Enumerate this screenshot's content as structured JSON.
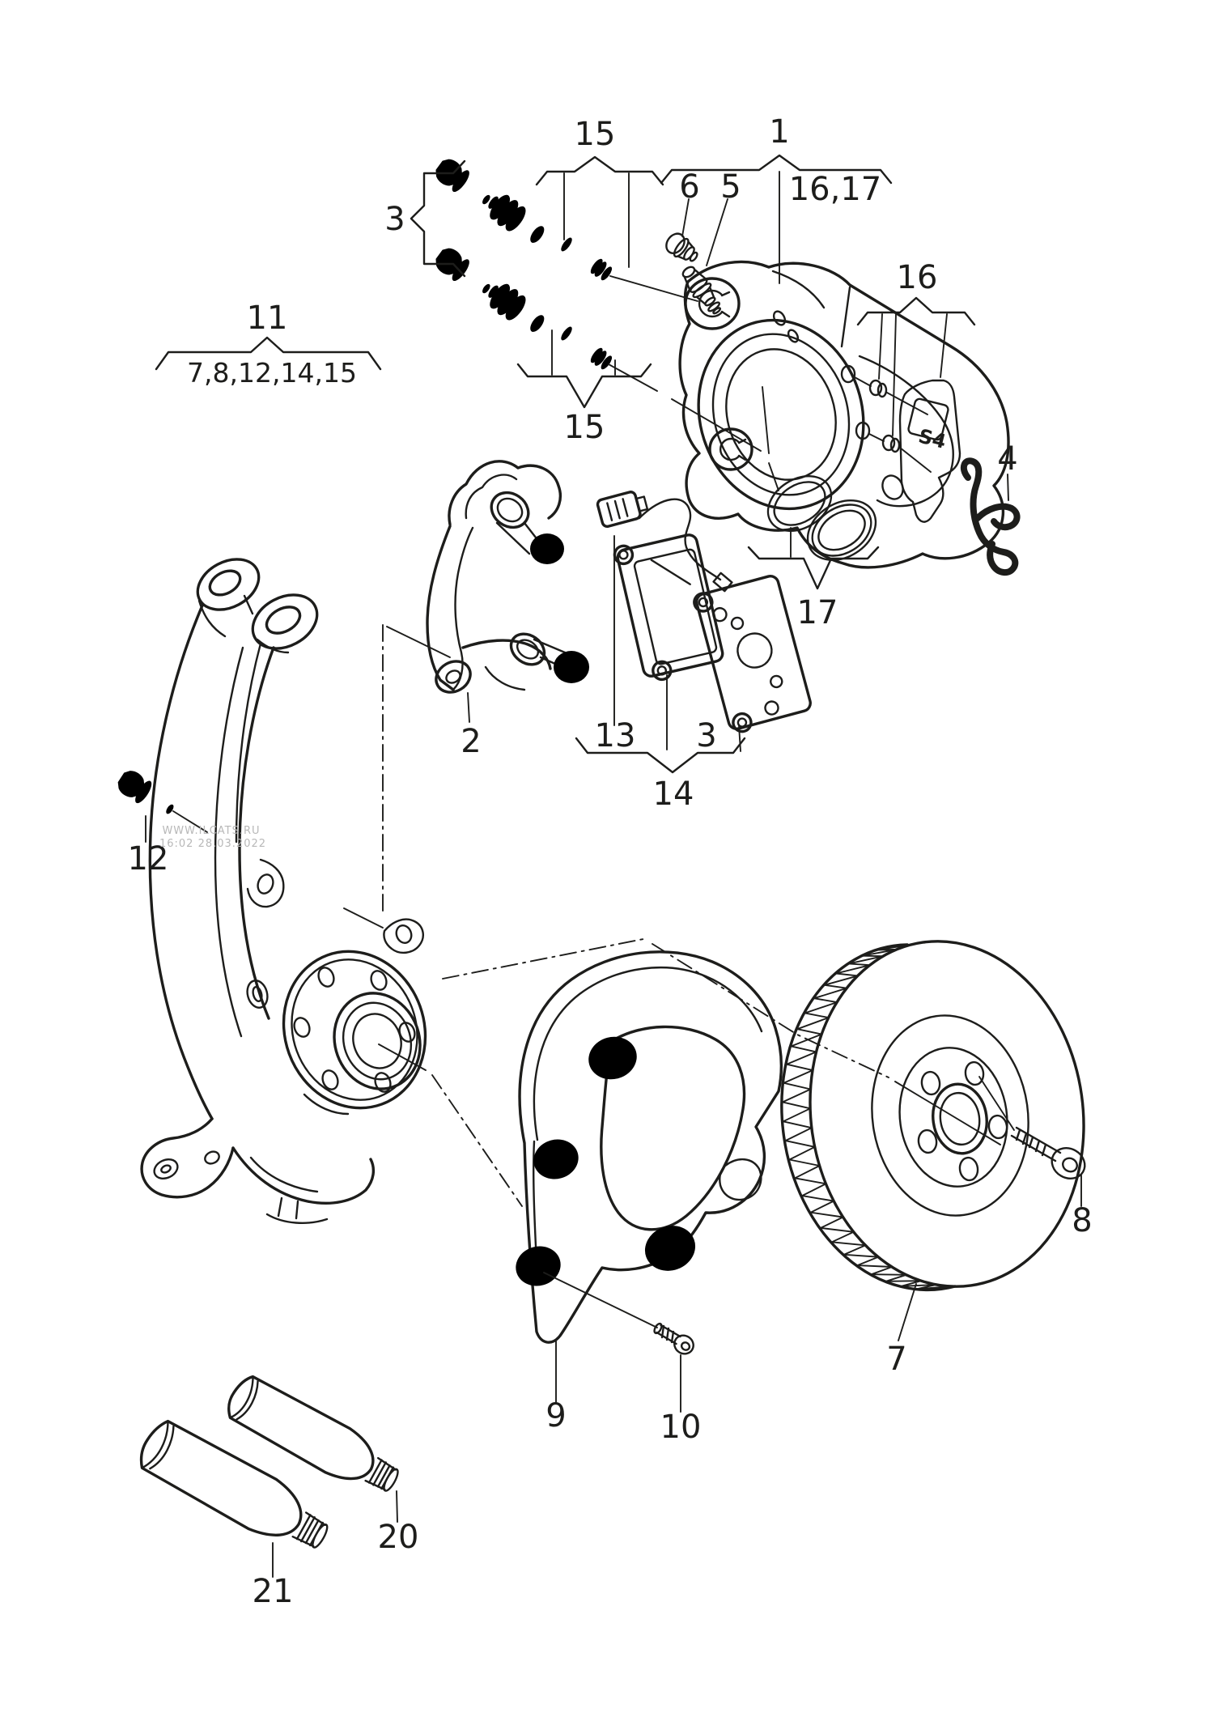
{
  "figure": {
    "kind": "exploded-parts-diagram",
    "subject": "front brake assembly: caliper, pads, carrier, disc, splash shield, steering knuckle, grease tubes"
  },
  "colors": {
    "background": "#ffffff",
    "line": "#1d1d1b",
    "watermark": "#b8b8b8"
  },
  "watermark": {
    "line1": "WWW.ILCATS.RU",
    "line2": "16:02 28.03.2022"
  },
  "plate": {
    "logo": "S4"
  },
  "callouts": {
    "n15_top": "15",
    "n1": "1",
    "n3_top": "3",
    "n6": "6",
    "n5": "5",
    "n16_17": "16,17",
    "n16": "16",
    "n4": "4",
    "n17": "17",
    "n15_bottom": "15",
    "n11": "11",
    "n11_group": "7,8,12,14,15",
    "n2": "2",
    "n13": "13",
    "n3_pads": "3",
    "n14": "14",
    "n12": "12",
    "n9": "9",
    "n10": "10",
    "n7": "7",
    "n8": "8",
    "n20": "20",
    "n21": "21"
  }
}
